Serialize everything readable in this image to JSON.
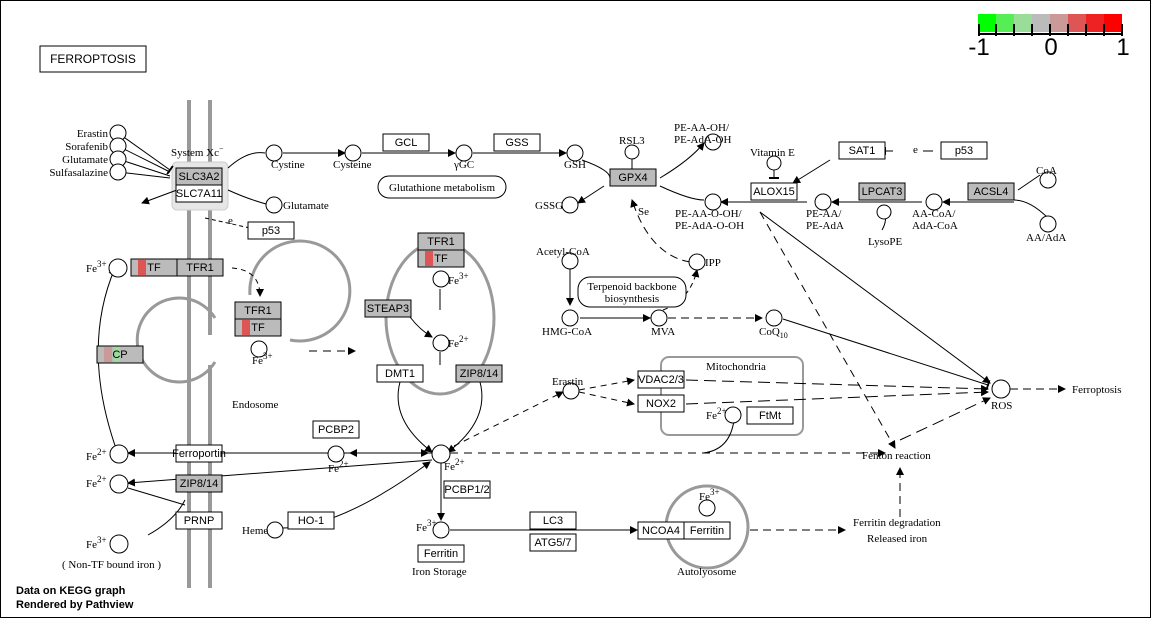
{
  "title": "FERROPTOSIS",
  "footer": {
    "line1": "Data on KEGG graph",
    "line2": "Rendered by Pathview"
  },
  "legend": {
    "min": "-1",
    "mid": "0",
    "max": "1",
    "colors": [
      "#00ff00",
      "#55ee55",
      "#99dd99",
      "#bbbbbb",
      "#cc9999",
      "#dd5555",
      "#ee2222",
      "#ff0000"
    ]
  },
  "genes": {
    "slc3a2": "SLC3A2",
    "slc7a11": "SLC7A11",
    "gcl": "GCL",
    "gss": "GSS",
    "gpx4": "GPX4",
    "sat1": "SAT1",
    "p53_top": "p53",
    "alox15": "ALOX15",
    "lpcat3": "LPCAT3",
    "acsl4": "ACSL4",
    "p53_mid": "p53",
    "tfr1_a": "TFR1",
    "tf_a": "TF",
    "tfr1_b": "TFR1",
    "tf_b": "TF",
    "tfr1_c": "TFR1",
    "tf_c": "TF",
    "cp": "CP",
    "steap3": "STEAP3",
    "dmt1": "DMT1",
    "zip814_a": "ZIP8/14",
    "zip814_b": "ZIP8/14",
    "pcbp2": "PCBP2",
    "ferroportin": "Ferroportin",
    "prnp": "PRNP",
    "ho1": "HO-1",
    "pcbp12": "PCBP1/2",
    "ferritin_a": "Ferritin",
    "lc3": "LC3",
    "atg57": "ATG5/7",
    "ncoa4": "NCOA4",
    "ferritin_b": "Ferritin",
    "vdac23": "VDAC2/3",
    "nox2": "NOX2",
    "ftmt": "FtMt"
  },
  "labels": {
    "erastin": "Erastin",
    "sorafenib": "Sorafenib",
    "glutamate": "Glutamate",
    "sulfasalazine": "Sulfasalazine",
    "system_xc": "System Xc",
    "system_xc_sup": "−",
    "cystine": "Cystine",
    "cysteine": "Cysteine",
    "ygc": "γGC",
    "gsh": "GSH",
    "gssg": "GSSG",
    "glutamate_out": "Glutamate",
    "rsl3": "RSL3",
    "pe_aa_oh": "PE-AA-OH/",
    "pe_adaa_oh": "PE-AdA-OH",
    "vitamin_e": "Vitamin E",
    "se": "Se",
    "pe_aa_ooh": "PE-AA-O-OH/",
    "pe_adaa_ooh": "PE-AdA-O-OH",
    "pe_aa": "PE-AA/",
    "pe_ada": "PE-AdA",
    "lysope": "LysoPE",
    "aa_coa": "AA-CoA/",
    "ada_coa": "AdA-CoA",
    "coa": "CoA",
    "aa_ada": "AA/AdA",
    "e1": "e",
    "e2": "e",
    "glutathione_metabolism": "Glutathione metabolism",
    "acetyl_coa": "Acetyl-CoA",
    "terpenoid1": "Terpenoid backbone",
    "terpenoid2": "biosynthesis",
    "ipp": "IPP",
    "hmg_coa": "HMG-CoA",
    "mva": "MVA",
    "coq10": "CoQ",
    "coq10_sub": "10",
    "fe": "Fe",
    "sup3": "3+",
    "sup2": "2+",
    "endosome": "Endosome",
    "mitochondria": "Mitochondria",
    "erastin2": "Erastin",
    "ros": "ROS",
    "ferroptosis": "Ferroptosis",
    "fenton": "Fenton reaction",
    "ferritin_deg": "Ferritin degradation",
    "released_iron": "Released iron",
    "heme": "Heme",
    "iron_storage": "Iron Storage",
    "autolysosome": "Autolyosome",
    "non_tf": "( Non-TF bound iron )"
  }
}
